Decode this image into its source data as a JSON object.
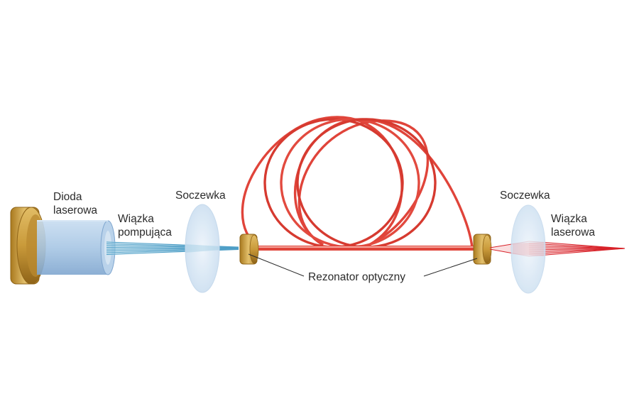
{
  "labels": {
    "laser_diode_line1": "Dioda",
    "laser_diode_line2": "laserowa",
    "pump_beam_line1": "Wiązka",
    "pump_beam_line2": "pompująca",
    "lens_left": "Soczewka",
    "lens_right": "Soczewka",
    "laser_beam_line1": "Wiązka",
    "laser_beam_line2": "laserowa",
    "resonator": "Rezonator optyczny"
  },
  "colors": {
    "brass": "#c99a3a",
    "brass_dark": "#9a6f1c",
    "diode_glass": "#9fc3e3",
    "lens": "#dbe9f6",
    "pump_beam": "#4f9fc7",
    "fiber": "#e0443a",
    "fiber_dark": "#b3281f",
    "output_beam": "#d8232a",
    "text": "#2b2b2b"
  },
  "icons": [
    "laser-diode-icon",
    "lens-icon",
    "mirror-icon",
    "fiber-coil-icon"
  ]
}
